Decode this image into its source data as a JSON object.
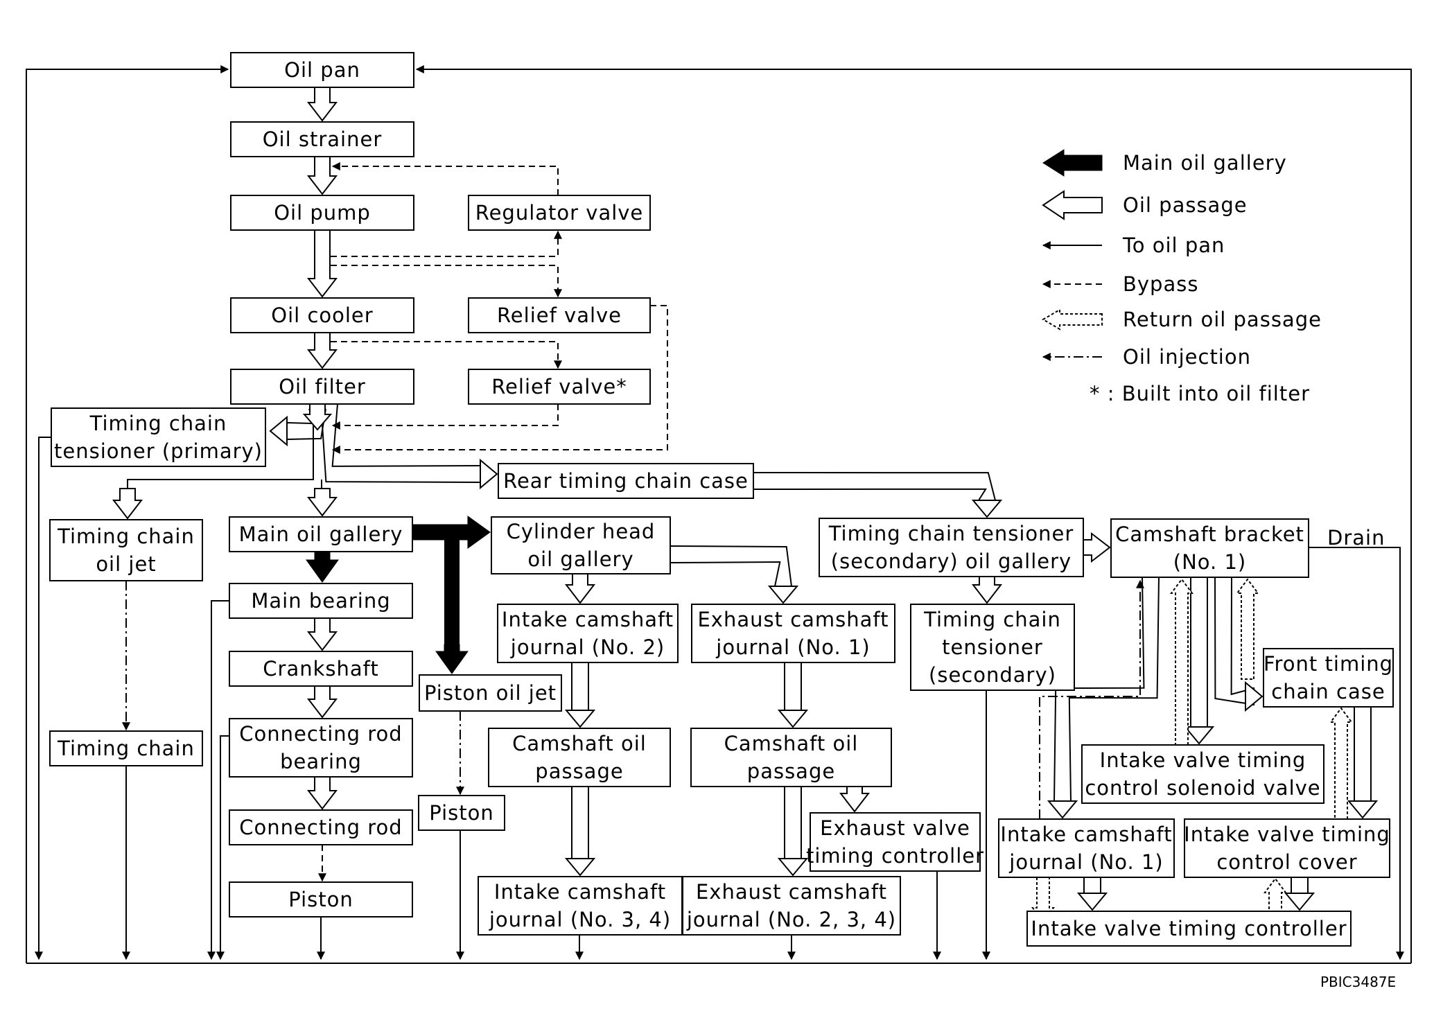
{
  "boxes": {
    "oil_pan": "Oil pan",
    "oil_strainer": "Oil strainer",
    "oil_pump": "Oil pump",
    "regulator_valve": "Regulator valve",
    "oil_cooler": "Oil cooler",
    "relief_valve": "Relief valve",
    "oil_filter": "Oil filter",
    "relief_valve_filter": "Relief valve*",
    "tensioner_primary": [
      "Timing chain",
      "tensioner (primary)"
    ],
    "rear_case": "Rear timing chain case",
    "chain_oil_jet": [
      "Timing chain",
      "oil jet"
    ],
    "main_gallery": "Main oil gallery",
    "cyl_head_gallery": [
      "Cylinder head",
      "oil gallery"
    ],
    "tensioner_sec_gallery": [
      "Timing chain tensioner",
      "(secondary) oil gallery"
    ],
    "camshaft_bracket": [
      "Camshaft bracket",
      "(No. 1)"
    ],
    "main_bearing": "Main bearing",
    "intake_journal_2": [
      "Intake camshaft",
      "journal (No. 2)"
    ],
    "exhaust_journal_1": [
      "Exhaust camshaft",
      "journal (No. 1)"
    ],
    "tensioner_sec": [
      "Timing chain",
      "tensioner",
      "(secondary)"
    ],
    "crankshaft": "Crankshaft",
    "piston_oil_jet": "Piston oil jet",
    "front_case": [
      "Front timing",
      "chain case"
    ],
    "timing_chain": "Timing chain",
    "conrod_bearing": [
      "Connecting rod",
      "bearing"
    ],
    "camshaft_passage_intake": [
      "Camshaft oil",
      "passage"
    ],
    "camshaft_passage_exhaust": [
      "Camshaft oil",
      "passage"
    ],
    "ivt_solenoid": [
      "Intake valve timing",
      "control solenoid valve"
    ],
    "piston_upper": "Piston",
    "exhaust_vtc": [
      "Exhaust valve",
      "timing controller"
    ],
    "connecting_rod": "Connecting rod",
    "intake_journal_1": [
      "Intake camshaft",
      "journal (No. 1)"
    ],
    "ivt_cover": [
      "Intake valve timing",
      "control cover"
    ],
    "piston_lower": "Piston",
    "intake_journal_34": [
      "Intake camshaft",
      "journal (No. 3, 4)"
    ],
    "exhaust_journal_234": [
      "Exhaust camshaft",
      "journal (No. 2, 3, 4)"
    ],
    "ivt_controller": "Intake valve timing controller"
  },
  "drain_label": "Drain",
  "legend": [
    {
      "key": "main",
      "label": "Main oil gallery"
    },
    {
      "key": "passage",
      "label": "Oil passage"
    },
    {
      "key": "to_pan",
      "label": "To oil pan"
    },
    {
      "key": "bypass",
      "label": "Bypass"
    },
    {
      "key": "return",
      "label": "Return oil passage"
    },
    {
      "key": "injection",
      "label": "Oil injection"
    }
  ],
  "footnote": "* : Built into oil filter",
  "figure_code": "PBIC3487E"
}
